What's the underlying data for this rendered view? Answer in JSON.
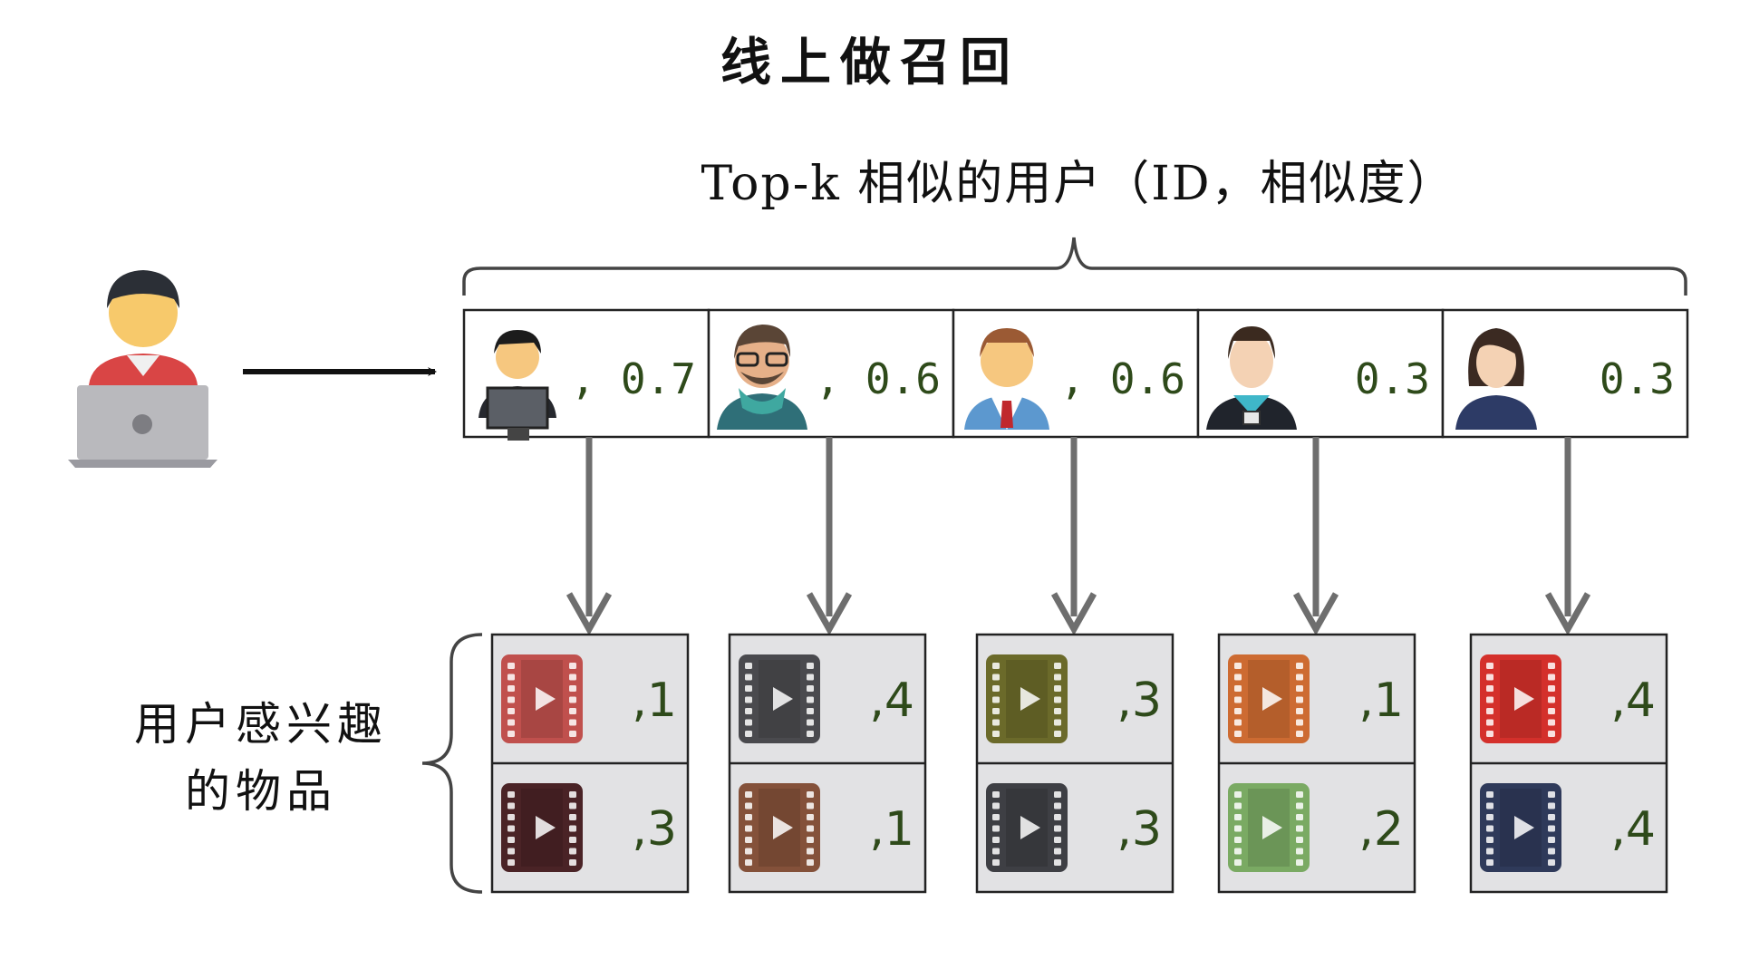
{
  "title": "线上做召回",
  "subtitle": "Top-k 相似的用户（ID，相似度）",
  "left_label_line1": "用户感兴趣",
  "left_label_line2": "的物品",
  "similar_users": [
    {
      "score": ", 0.7",
      "avatar": "businessman-at-computer-avatar"
    },
    {
      "score": ", 0.6",
      "avatar": "hipster-glasses-avatar"
    },
    {
      "score": ", 0.6",
      "avatar": "man-with-tie-avatar"
    },
    {
      "score": "0.3",
      "avatar": "man-with-lanyard-avatar"
    },
    {
      "score": "0.3",
      "avatar": "woman-avatar"
    }
  ],
  "item_groups": [
    [
      {
        "count": ",1",
        "color": "#c0504d"
      },
      {
        "count": ",3",
        "color": "#4a2326"
      }
    ],
    [
      {
        "count": ",4",
        "color": "#4a4a4e"
      },
      {
        "count": ",1",
        "color": "#84513a"
      }
    ],
    [
      {
        "count": ",3",
        "color": "#6b6a2a"
      },
      {
        "count": ",3",
        "color": "#3e3f44"
      }
    ],
    [
      {
        "count": ",1",
        "color": "#cd6b32"
      },
      {
        "count": ",2",
        "color": "#7aaa63"
      }
    ],
    [
      {
        "count": ",4",
        "color": "#d4302b"
      },
      {
        "count": ",4",
        "color": "#2f3a5a"
      }
    ]
  ],
  "icons": {
    "query_user": "user-at-laptop-icon",
    "item": "video-film-icon"
  }
}
